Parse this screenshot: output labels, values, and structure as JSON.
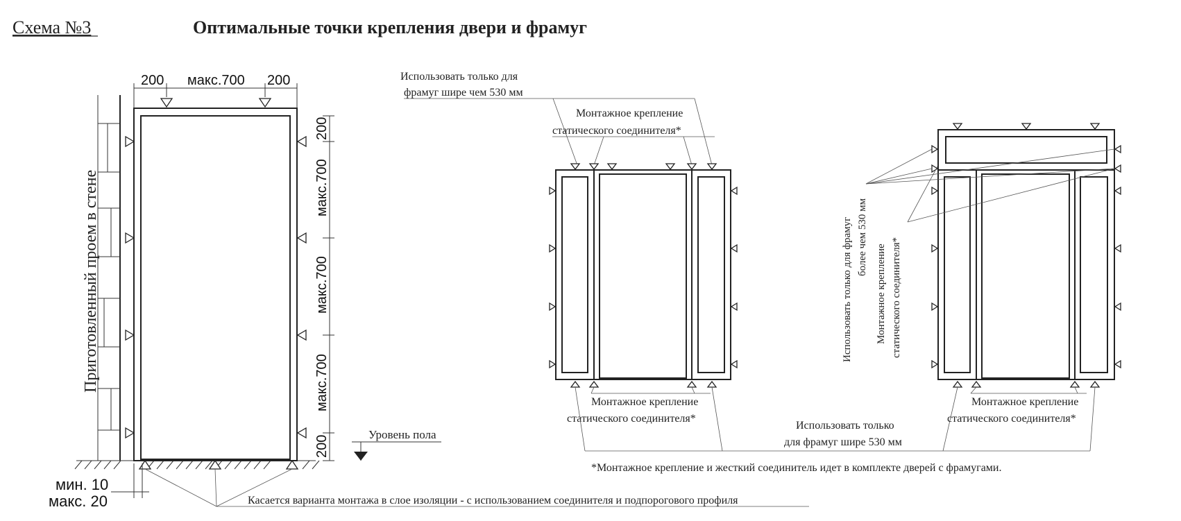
{
  "header": {
    "scheme_label": "Схема №3",
    "title": "Оптимальные точки крепления двери и фрамуг"
  },
  "left_diagram": {
    "dim_top_left": "200",
    "dim_top_middle": "макс.700",
    "dim_top_right": "200",
    "dim_right": [
      "200",
      "макс.700",
      "макс.700",
      "макс.700",
      "200"
    ],
    "wall_label": "Приготовленный проем в стене",
    "floor_label": "Уровень пола",
    "min_gap": "мин. 10",
    "max_gap": "макс. 20",
    "bottom_note": "Касается варианта монтажа в слое изоляции - с использованием соединителя и подпорогового профиля"
  },
  "middle_diagram": {
    "top_note_line1": "Использовать только для",
    "top_note_line2": "фрамуг шире чем 530 мм",
    "mount_top_line1": "Монтажное крепление",
    "mount_top_line2": "статического соединителя*",
    "mount_bottom_line1": "Монтажное крепление",
    "mount_bottom_line2": "статического соединителя*"
  },
  "right_diagram": {
    "vertical_note_line1": "Использовать только для фрамуг",
    "vertical_note_line2": "более чем 530 мм",
    "vertical_mount_line1": "Монтажное крепление",
    "vertical_mount_line2": "статического соединителя*",
    "mount_bottom_line1": "Монтажное крепление",
    "mount_bottom_line2": "статического соединителя*"
  },
  "shared_note_line1": "Использовать только",
  "shared_note_line2": "для фрамуг шире 530 мм",
  "footnote": "*Монтажное крепление и жесткий соединитель идет в комплекте дверей с фрамугами."
}
